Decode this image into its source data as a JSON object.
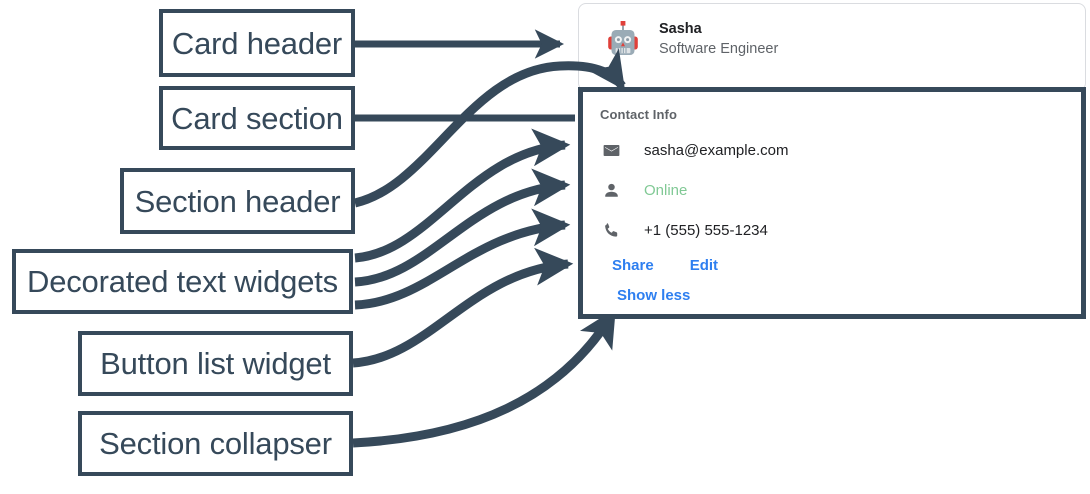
{
  "annotations": [
    {
      "id": "card-header",
      "label": "Card header"
    },
    {
      "id": "card-section",
      "label": "Card section"
    },
    {
      "id": "section-header",
      "label": "Section header"
    },
    {
      "id": "decorated-text",
      "label": "Decorated text widgets"
    },
    {
      "id": "button-list",
      "label": "Button list widget"
    },
    {
      "id": "section-collapser",
      "label": "Section collapser"
    }
  ],
  "card": {
    "header": {
      "avatar_icon": "robot-avatar-icon",
      "name": "Sasha",
      "subtitle": "Software Engineer"
    },
    "section": {
      "header": "Contact Info",
      "rows": [
        {
          "icon": "email-icon",
          "text": "sasha@example.com",
          "color": "#202124"
        },
        {
          "icon": "person-icon",
          "text": "Online",
          "color": "#81c995"
        },
        {
          "icon": "phone-icon",
          "text": "+1 (555) 555-1234",
          "color": "#202124"
        }
      ],
      "buttons": [
        {
          "label": "Share"
        },
        {
          "label": "Edit"
        }
      ],
      "collapser": {
        "label": "Show less"
      }
    }
  },
  "colors": {
    "annotation": "#36495a",
    "link": "#2e7ff0",
    "online": "#81c995",
    "muted": "#5f6368",
    "text": "#202124",
    "card_border": "#dadce0"
  }
}
